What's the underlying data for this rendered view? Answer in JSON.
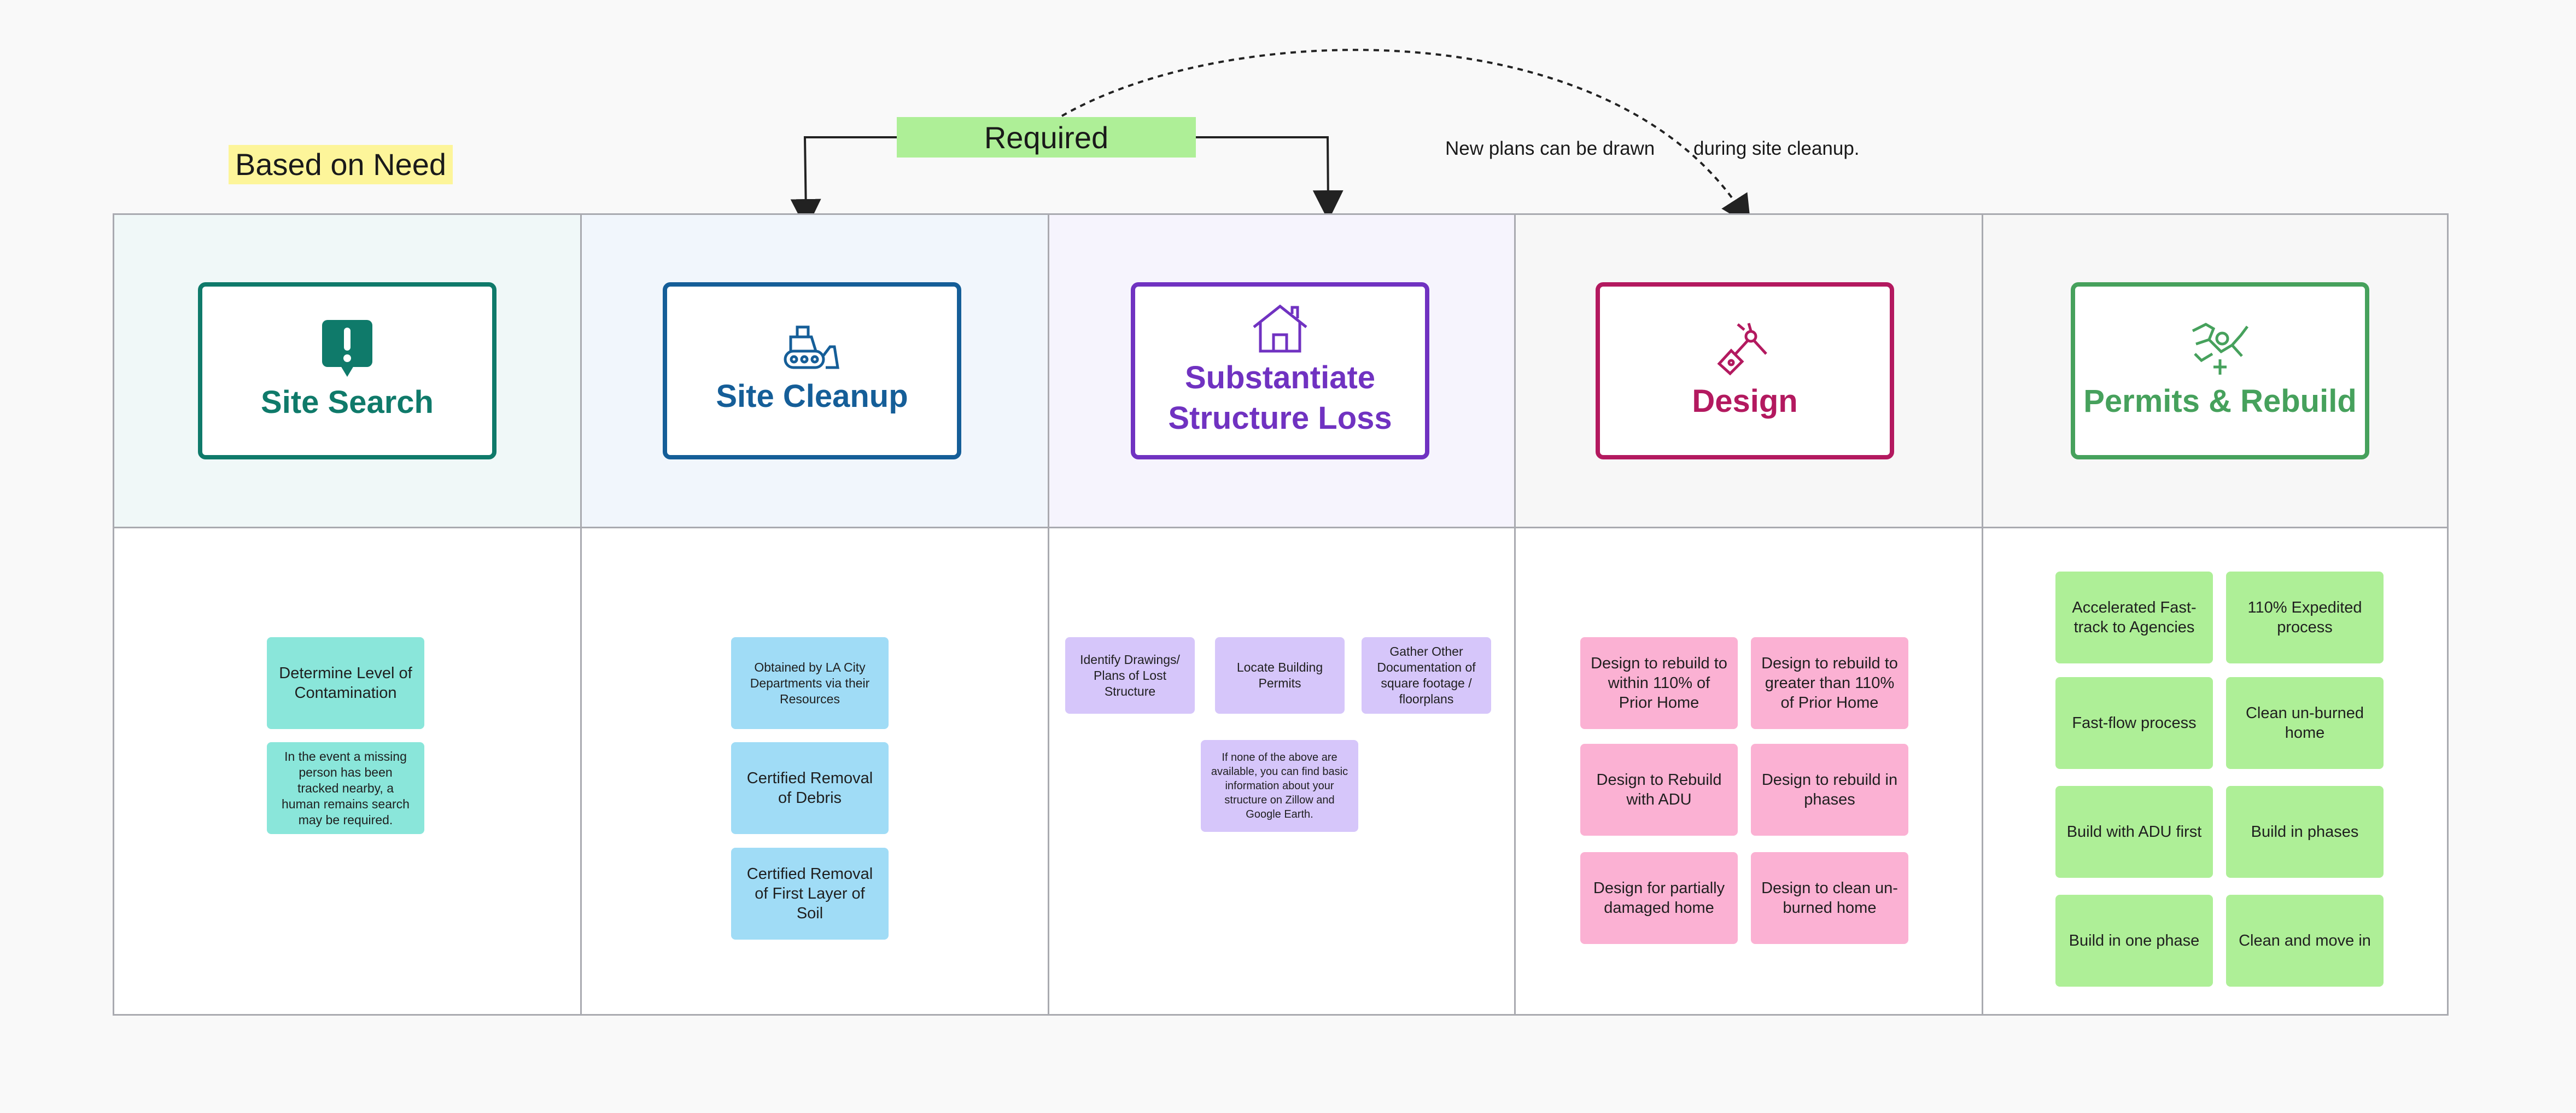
{
  "labels": {
    "based_on_need": "Based on Need",
    "required": "Required",
    "note_part1": "New plans can be drawn",
    "note_part2": "during site cleanup."
  },
  "colors": {
    "teal": "#0f7a6a",
    "blue": "#155e98",
    "purple": "#7032c1",
    "magenta": "#b3195f",
    "green": "#46a15c",
    "yellow_highlight": "#fdf59a",
    "required_fill": "#aeef97"
  },
  "columns": [
    {
      "title": "Site Search",
      "icon": "alert-bubble-icon",
      "stickies": [
        "Determine Level of Contamination",
        "In the event a missing person has been tracked nearby, a human remains search may be required."
      ]
    },
    {
      "title": "Site Cleanup",
      "icon": "bulldozer-icon",
      "stickies": [
        "Obtained by LA City Departments via their Resources",
        "Certified Removal of Debris",
        "Certified Removal of First Layer of Soil"
      ]
    },
    {
      "title_line1": "Substantiate",
      "title_line2": "Structure Loss",
      "icon": "house-icon",
      "stickies": [
        "Identify Drawings/ Plans of Lost Structure",
        "Locate Building Permits",
        "Gather Other Documentation of square footage / floorplans",
        "If none of the above are available, you can find basic information about your structure on Zillow and Google Earth."
      ]
    },
    {
      "title": "Design",
      "icon": "drafting-pen-icon",
      "stickies": [
        "Design to rebuild to within 110% of Prior Home",
        "Design to rebuild to greater than 110% of Prior Home",
        "Design to Rebuild with ADU",
        "Design to rebuild in phases",
        "Design for partially damaged home",
        "Design to clean un-burned home"
      ]
    },
    {
      "title": "Permits & Rebuild",
      "icon": "handshake-icon",
      "stickies": [
        "Accelerated Fast-track to Agencies",
        "110% Expedited process",
        "Fast-flow process",
        "Clean un-burned home",
        "Build with ADU first",
        "Build in phases",
        "Build in one phase",
        "Clean and move in"
      ]
    }
  ]
}
